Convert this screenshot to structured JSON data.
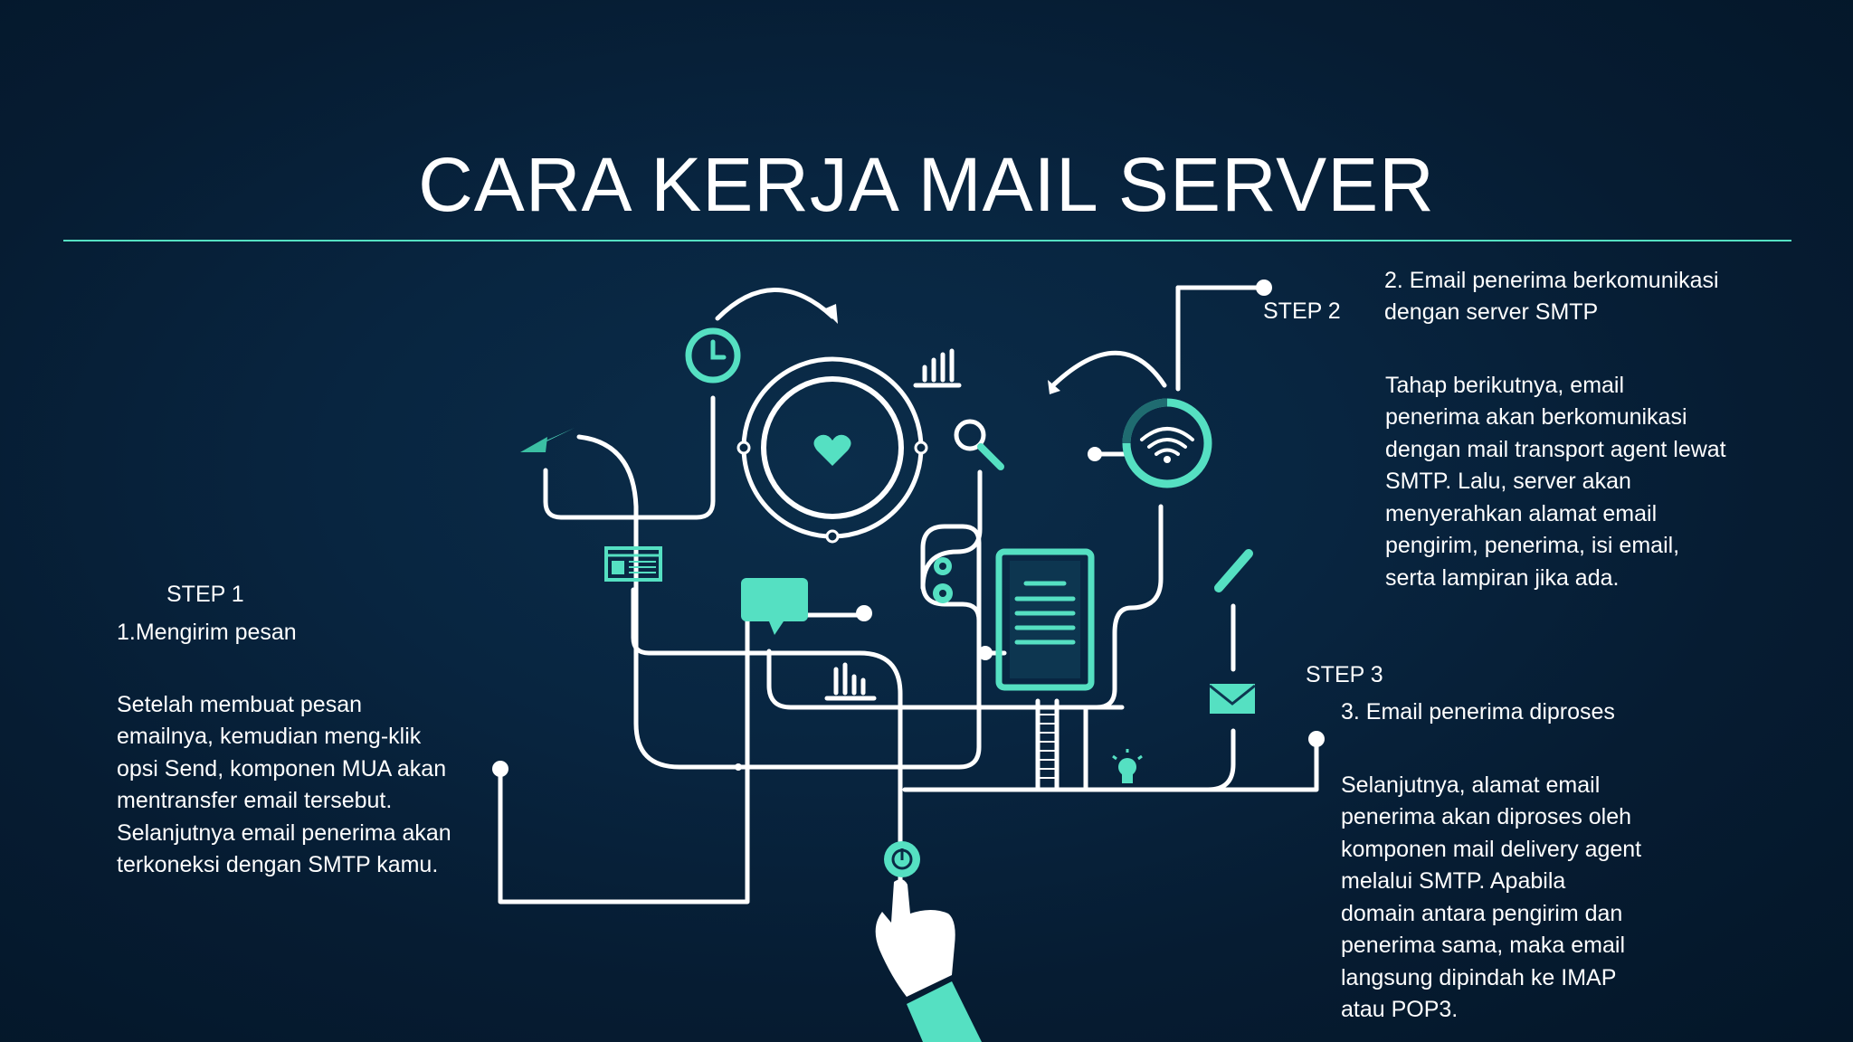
{
  "slide": {
    "title": "CARA KERJA MAIL SERVER",
    "colors": {
      "background": "#061c32",
      "accent": "#55e0c2",
      "line": "#ffffff"
    }
  },
  "step1": {
    "label": "STEP 1",
    "heading": "1.Mengirim pesan",
    "body": [
      "Setelah membuat pesan",
      "emailnya, kemudian meng-klik",
      "opsi Send, komponen MUA akan",
      "mentransfer email tersebut.",
      "Selanjutnya email penerima akan",
      "terkoneksi dengan SMTP kamu."
    ]
  },
  "step2": {
    "label": "STEP 2",
    "heading": [
      "2. Email penerima berkomunikasi",
      "dengan server SMTP"
    ],
    "body": [
      "Tahap berikutnya, email",
      "penerima akan berkomunikasi",
      "dengan mail transport agent lewat",
      "SMTP. Lalu, server akan",
      "menyerahkan alamat email",
      "pengirim, penerima, isi email,",
      "serta lampiran jika ada."
    ]
  },
  "step3": {
    "label": "STEP 3",
    "heading": "3. Email penerima diproses",
    "body": [
      "Selanjutnya, alamat email",
      "penerima akan diproses oleh",
      "komponen mail delivery agent",
      "melalui SMTP. Apabila",
      "domain antara pengirim dan",
      "penerima sama, maka email",
      "langsung dipindah ke IMAP",
      "atau POP3."
    ]
  },
  "illustration": {
    "icons": [
      "paper-plane-icon",
      "clock-icon",
      "heart-icon",
      "bar-chart-icon",
      "magnifier-icon",
      "wifi-icon",
      "browser-window-icon",
      "chat-bubble-icon",
      "gear-icon",
      "document-icon",
      "pencil-icon",
      "envelope-icon",
      "lightbulb-icon",
      "power-icon",
      "pointing-hand-icon"
    ]
  }
}
